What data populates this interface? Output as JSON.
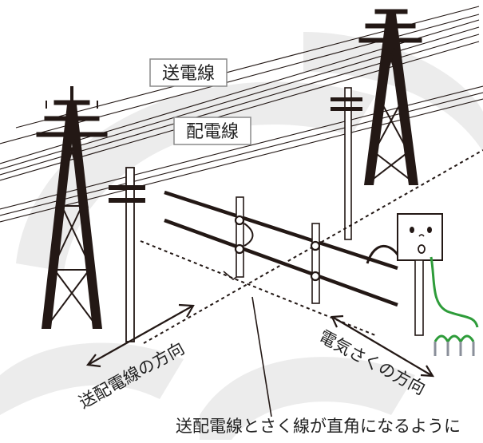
{
  "labels": {
    "transmission_line": "送電線",
    "distribution_line": "配電線",
    "line_direction": "送配電線の方向",
    "fence_direction": "電気さくの方向",
    "caption": "送配電線とさく線が直角になるように"
  },
  "colors": {
    "ink": "#231815",
    "ground_wire": "#2e9c3a",
    "watermark": "#ececec",
    "label_box_border": "#8a8a8a"
  },
  "icons": {
    "energizer_face": "smiling-energizer-box",
    "ground_rods": "ground-rod-icon"
  }
}
